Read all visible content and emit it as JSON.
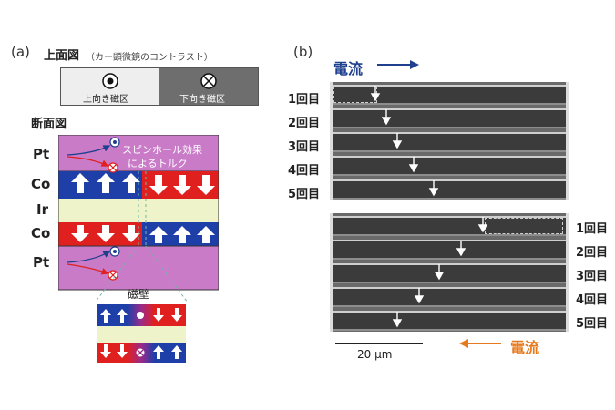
{
  "panel_a": {
    "label": "(a)",
    "top_view_title": "上面図",
    "top_view_subtitle": "（カー顕微鏡のコントラスト）",
    "up_domain": "上向き磁区",
    "down_domain": "下向き磁区",
    "cross_section_title": "断面図",
    "spin_hall_label_1": "スピンホール効果",
    "spin_hall_label_2": "によるトルク",
    "layers": [
      "Pt",
      "Co",
      "Ir",
      "Co",
      "Pt"
    ],
    "domain_wall_label": "磁壁",
    "colors": {
      "pt": "#c97bc8",
      "co_up": "#1f3fa8",
      "co_down": "#e0201f",
      "ir": "#eef3c9"
    }
  },
  "panel_b": {
    "label": "(b)",
    "current_label_top": "電流",
    "current_label_bottom": "電流",
    "trials_top": [
      "1回目",
      "2回目",
      "3回目",
      "4回目",
      "5回目"
    ],
    "trials_bottom": [
      "1回目",
      "2回目",
      "3回目",
      "4回目",
      "5回目"
    ],
    "scale_bar": "20 μm",
    "colors": {
      "top_arrow": "#1f3f8f",
      "bottom_arrow": "#e87a1e"
    }
  }
}
